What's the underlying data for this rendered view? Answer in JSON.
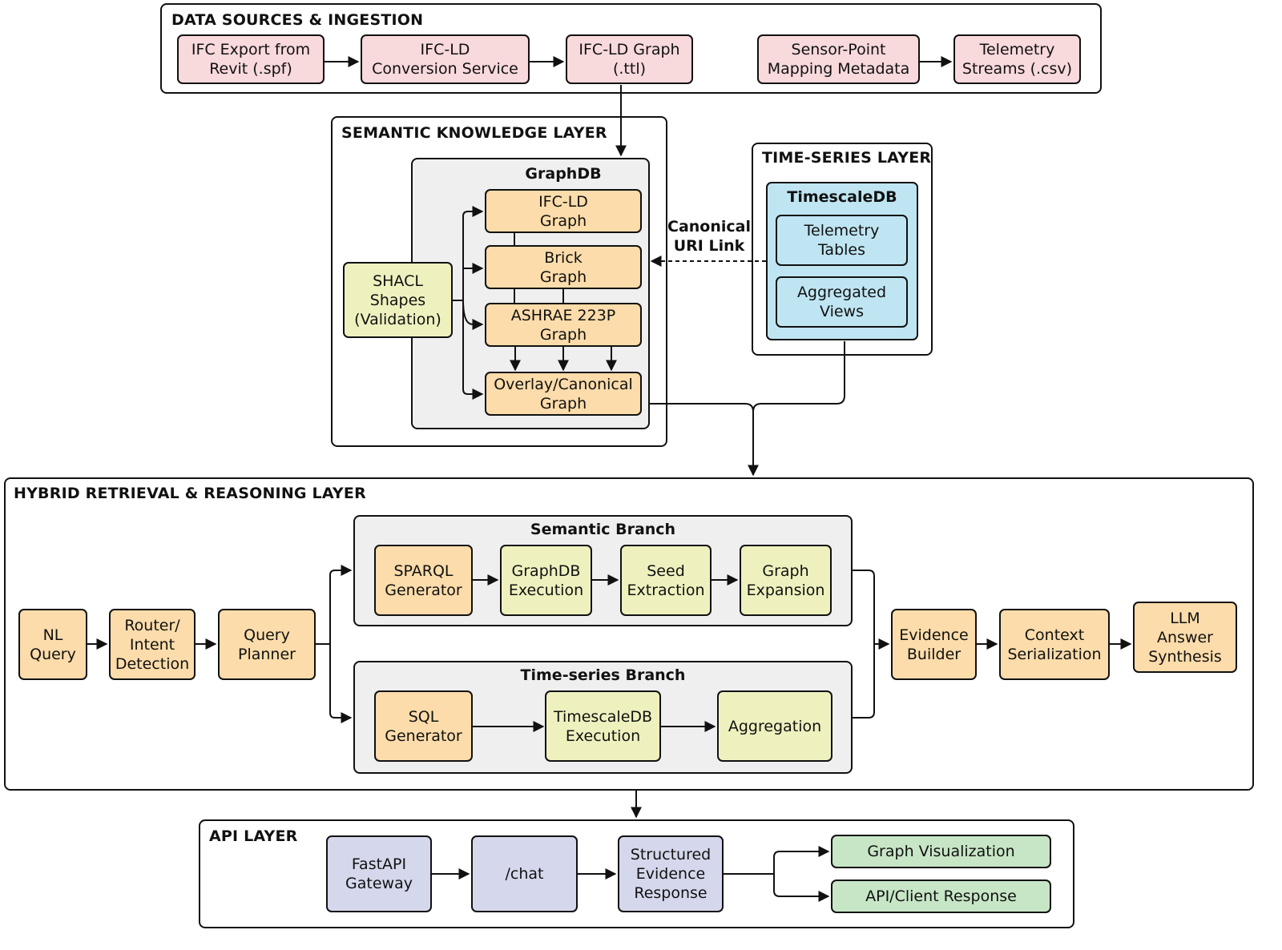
{
  "layers": {
    "data_sources": "DATA SOURCES & INGESTION",
    "semantic": "SEMANTIC KNOWLEDGE LAYER",
    "timeseries": "TIME-SERIES LAYER",
    "hybrid": "HYBRID RETRIEVAL & REASONING LAYER",
    "api": "API LAYER"
  },
  "data_sources": {
    "ifc_export": "IFC Export from\nRevit (.spf)",
    "ifcld_conversion": "IFC-LD\nConversion Service",
    "ifcld_graph_file": "IFC-LD Graph\n(.ttl)",
    "sensor_mapping": "Sensor-Point\nMapping Metadata",
    "telemetry_streams": "Telemetry\nStreams (.csv)"
  },
  "semantic": {
    "graphdb_title": "GraphDB",
    "ifcld_graph": "IFC-LD\nGraph",
    "brick_graph": "Brick\nGraph",
    "ashrae_graph": "ASHRAE 223P\nGraph",
    "overlay_graph": "Overlay/Canonical\nGraph",
    "shacl": "SHACL\nShapes\n(Validation)"
  },
  "link_label": "Canonical\nURI Link",
  "timeseries": {
    "db_title": "TimescaleDB",
    "telemetry_tables": "Telemetry\nTables",
    "aggregated_views": "Aggregated\nViews"
  },
  "hybrid": {
    "nl_query": "NL\nQuery",
    "router": "Router/\nIntent\nDetection",
    "query_planner": "Query\nPlanner",
    "semantic_branch": {
      "title": "Semantic Branch",
      "sparql": "SPARQL\nGenerator",
      "graphdb_exec": "GraphDB\nExecution",
      "seed": "Seed\nExtraction",
      "expansion": "Graph\nExpansion"
    },
    "ts_branch": {
      "title": "Time-series Branch",
      "sql": "SQL\nGenerator",
      "timescale_exec": "TimescaleDB\nExecution",
      "aggregation": "Aggregation"
    },
    "evidence_builder": "Evidence\nBuilder",
    "context_serialization": "Context\nSerialization",
    "llm_synthesis": "LLM\nAnswer\nSynthesis"
  },
  "api": {
    "fastapi": "FastAPI\nGateway",
    "chat": "/chat",
    "structured": "Structured\nEvidence\nResponse",
    "graph_viz": "Graph Visualization",
    "client_response": "API/Client Response"
  }
}
